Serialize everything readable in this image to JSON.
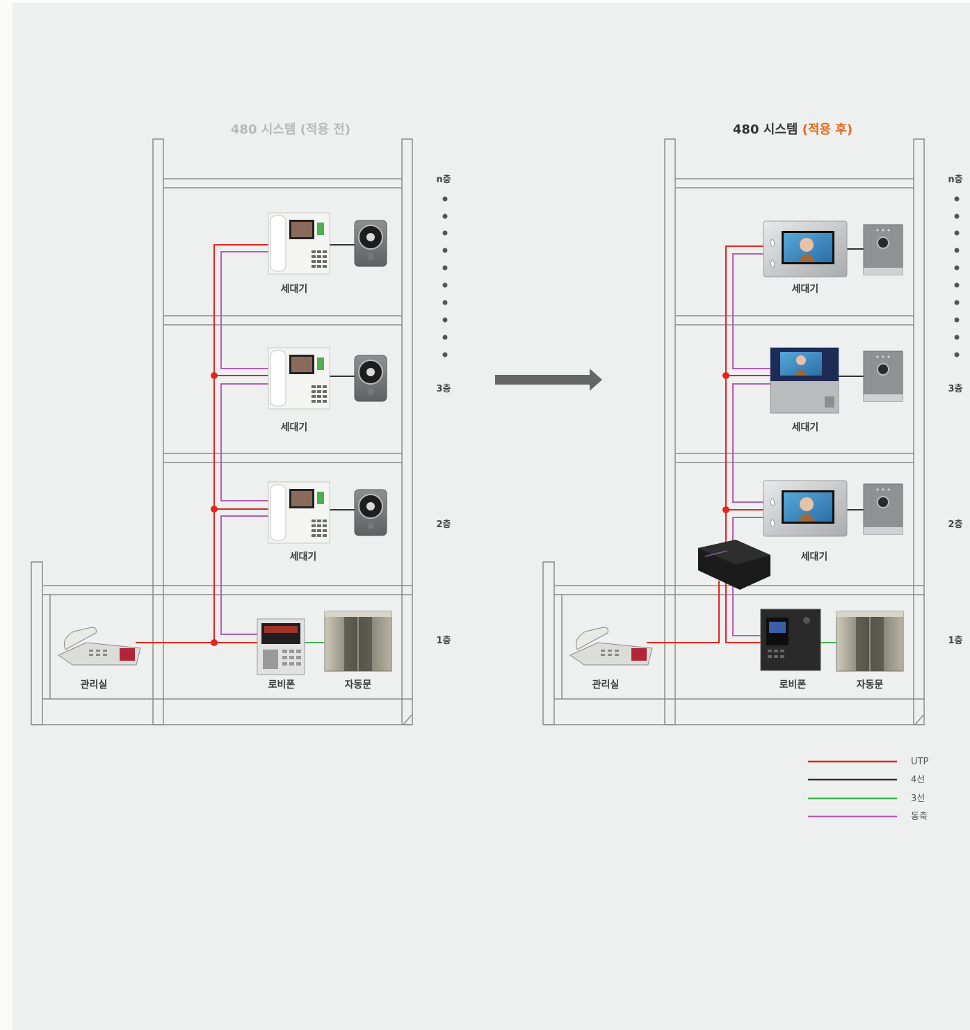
{
  "colors": {
    "utp": "#e3241f",
    "four_wire": "#333333",
    "three_wire": "#3db44a",
    "coax": "#b25fb3",
    "accent_orange": "#e8671b",
    "title_grey": "#b8b8b8",
    "building_line": "#8a8a8a"
  },
  "before": {
    "title": "480 시스템 (적용 전)",
    "unit_label_top": "세대기",
    "unit_label_mid": "세대기",
    "unit_label_low": "세대기",
    "office_label": "관리실",
    "lobby_label": "로비폰",
    "door_label": "자동문"
  },
  "after": {
    "title_main": "480 시스템 ",
    "title_accent": "(적용 후)",
    "unit_label_top": "세대기",
    "unit_label_mid": "세대기",
    "unit_label_low": "세대기",
    "office_label": "관리실",
    "lobby_label": "로비폰",
    "door_label": "자동문"
  },
  "floors": {
    "n": "n층",
    "third": "3층",
    "second": "2층",
    "first": "1층"
  },
  "legend": [
    {
      "label": "UTP",
      "color": "#e3241f"
    },
    {
      "label": "4선",
      "color": "#333333"
    },
    {
      "label": "3선",
      "color": "#3db44a"
    },
    {
      "label": "동축",
      "color": "#b25fb3"
    }
  ]
}
